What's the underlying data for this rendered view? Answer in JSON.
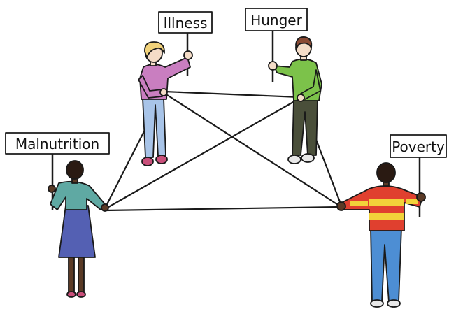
{
  "labels": {
    "illness": "Illness",
    "hunger": "Hunger",
    "malnutrition": "Malnutrition",
    "poverty": "Poverty"
  },
  "colors": {
    "outline": "#1a1a1a",
    "string": "#1a1a1a",
    "sign_fill": "#ffffff",
    "skin_light": "#f4dcc7",
    "skin_dark": "#5a3a26",
    "illness_hair": "#f1d27a",
    "illness_top": "#c97ec0",
    "illness_pants": "#a8c4e8",
    "illness_shoes": "#c94f7a",
    "hunger_hair": "#8a4a33",
    "hunger_top": "#7cc24a",
    "hunger_pants": "#4a4f3a",
    "malnutrition_top": "#5fa9a3",
    "malnutrition_skirt": "#5460b3",
    "poverty_stripe_red": "#e0402f",
    "poverty_stripe_yellow": "#f2d33a",
    "poverty_pants": "#4d8ed4"
  }
}
